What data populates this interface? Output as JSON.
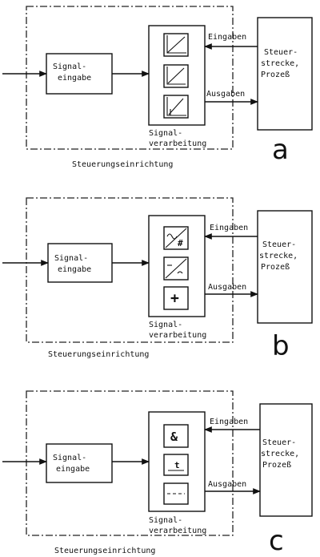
{
  "diagrams": [
    {
      "signal_input": [
        "Signal-",
        "eingabe"
      ],
      "processing": [
        "Signal-",
        "verarbeitung"
      ],
      "device": "Steuerungseinrichtung",
      "plant": [
        "Steuer-",
        "strecke,",
        "Prozeß"
      ],
      "inputs": "Eingaben",
      "outputs": "Ausgaben",
      "letter": "a",
      "symbols": [
        "ramp-up",
        "ramp-up",
        "ramp-up-axes"
      ]
    },
    {
      "signal_input": [
        "Signal-",
        "eingabe"
      ],
      "processing": [
        "Signal-",
        "verarbeitung"
      ],
      "device": "Steuerungseinrichtung",
      "plant": [
        "Steuer-",
        "strecke,",
        "Prozeß"
      ],
      "inputs": "Eingaben",
      "outputs": "Ausgaben",
      "letter": "b",
      "symbols": [
        "analog-digital",
        "digital-analog",
        "plus"
      ]
    },
    {
      "signal_input": [
        "Signal-",
        "eingabe"
      ],
      "processing": [
        "Signal-",
        "verarbeitung"
      ],
      "device": "Steuerungseinrichtung",
      "plant": [
        "Steuer-",
        "strecke,",
        "Prozeß"
      ],
      "inputs": "Eingaben",
      "outputs": "Ausgaben",
      "letter": "c",
      "symbols": [
        "and-gate",
        "timer",
        "memory"
      ]
    }
  ],
  "symbol_text": {
    "and": "&",
    "plus": "+",
    "timer": "t",
    "hash": "#"
  }
}
